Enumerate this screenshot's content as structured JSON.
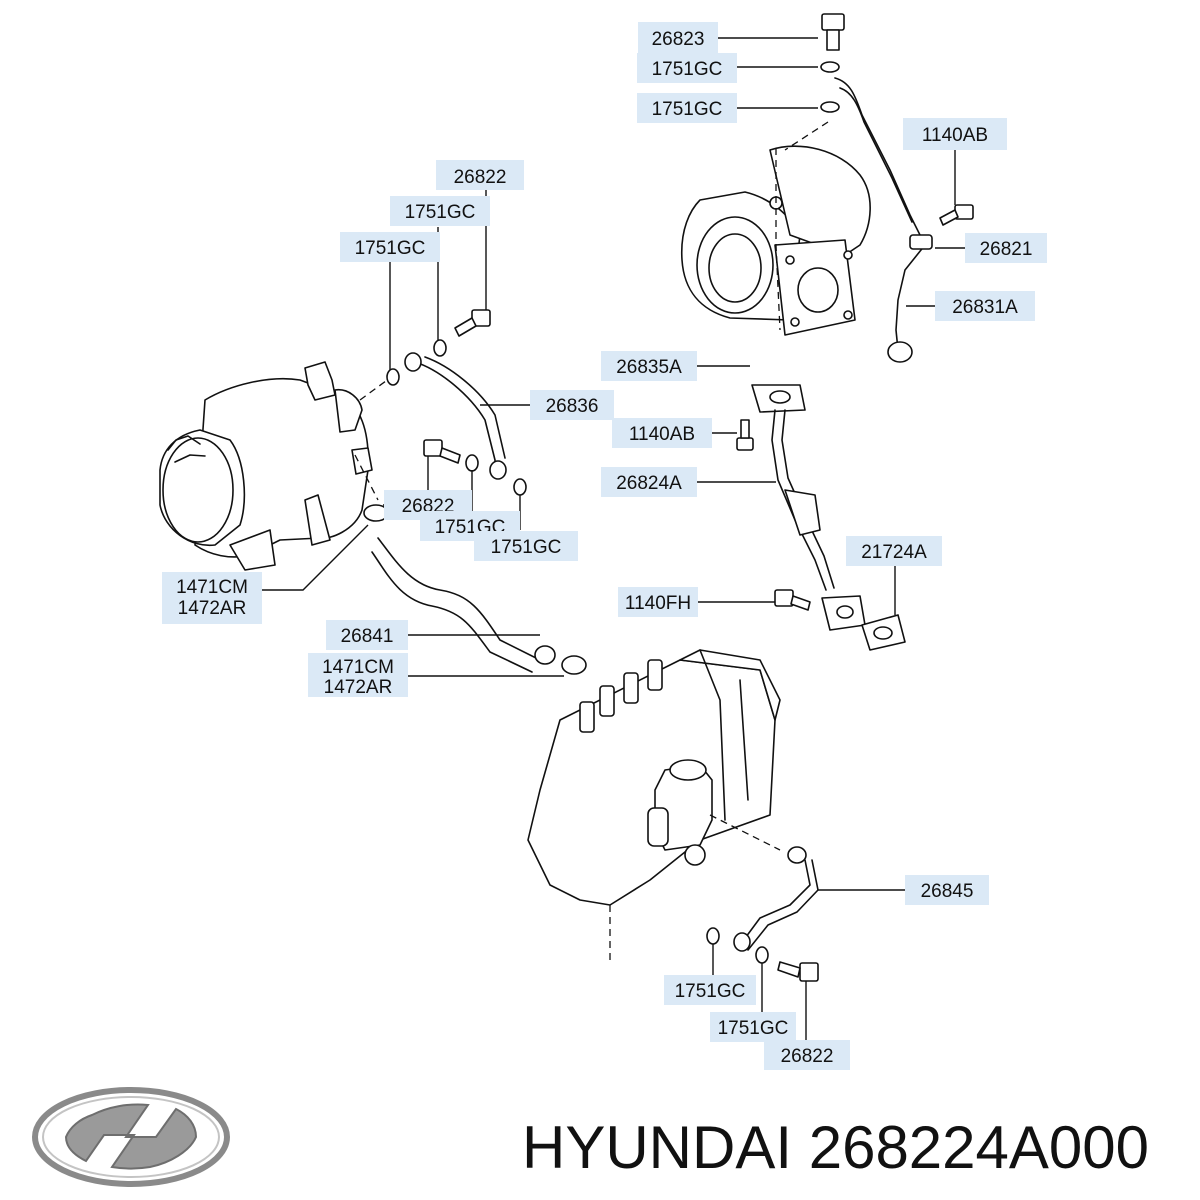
{
  "labels": {
    "l_26823": "26823",
    "l_1751gc_a": "1751GC",
    "l_1751gc_b": "1751GC",
    "l_1140ab_a": "1140AB",
    "l_26821": "26821",
    "l_26831a": "26831A",
    "l_26822_a": "26822",
    "l_1751gc_c": "1751GC",
    "l_1751gc_d": "1751GC",
    "l_26835a": "26835A",
    "l_26836": "26836",
    "l_1140ab_b": "1140AB",
    "l_26824a": "26824A",
    "l_26822_b": "26822",
    "l_1751gc_e": "1751GC",
    "l_1751gc_f": "1751GC",
    "l_21724a": "21724A",
    "l_1471cm_a": "1471CM",
    "l_1472ar_a": "1472AR",
    "l_1140fh": "1140FH",
    "l_26841": "26841",
    "l_1471cm_b": "1471CM",
    "l_1472ar_b": "1472AR",
    "l_26845": "26845",
    "l_1751gc_g": "1751GC",
    "l_1751gc_h": "1751GC",
    "l_26822_c": "26822"
  },
  "caption": "HYUNDAI 268224A000",
  "logo": {
    "brand": "HYUNDAI",
    "color": "#8a8a8a"
  },
  "colors": {
    "label_background": "#dbe9f6",
    "line": "#111111"
  }
}
